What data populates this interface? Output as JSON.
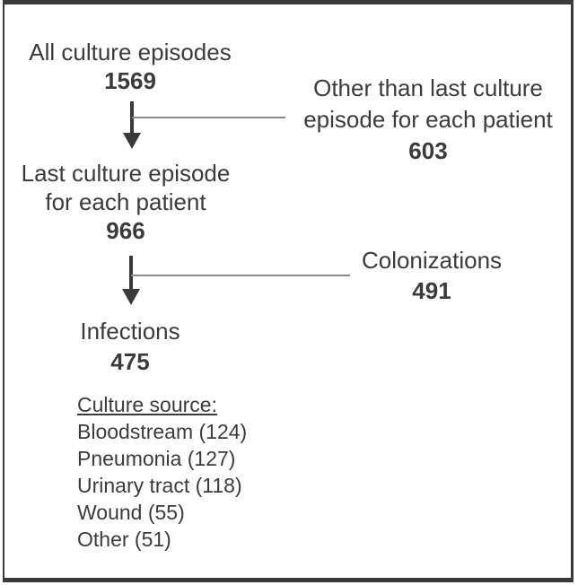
{
  "nodes": {
    "all_episodes": {
      "label": "All culture episodes",
      "count": "1569"
    },
    "other_than_last": {
      "label_line1": "Other than last culture",
      "label_line2": "episode for each patient",
      "count": "603"
    },
    "last_episode": {
      "label_line1": "Last culture episode",
      "label_line2": "for each patient",
      "count": "966"
    },
    "colonizations": {
      "label": "Colonizations",
      "count": "491"
    },
    "infections": {
      "label": "Infections",
      "count": "475"
    }
  },
  "culture_source": {
    "heading": "Culture source:",
    "items": [
      "Bloodstream (124)",
      "Pneumonia (127)",
      "Urinary tract (118)",
      "Wound (55)",
      "Other (51)"
    ]
  },
  "colors": {
    "text": "#3b3b3b",
    "frame_border": "#3a3a3a",
    "connector_line": "#8a8a8a"
  }
}
